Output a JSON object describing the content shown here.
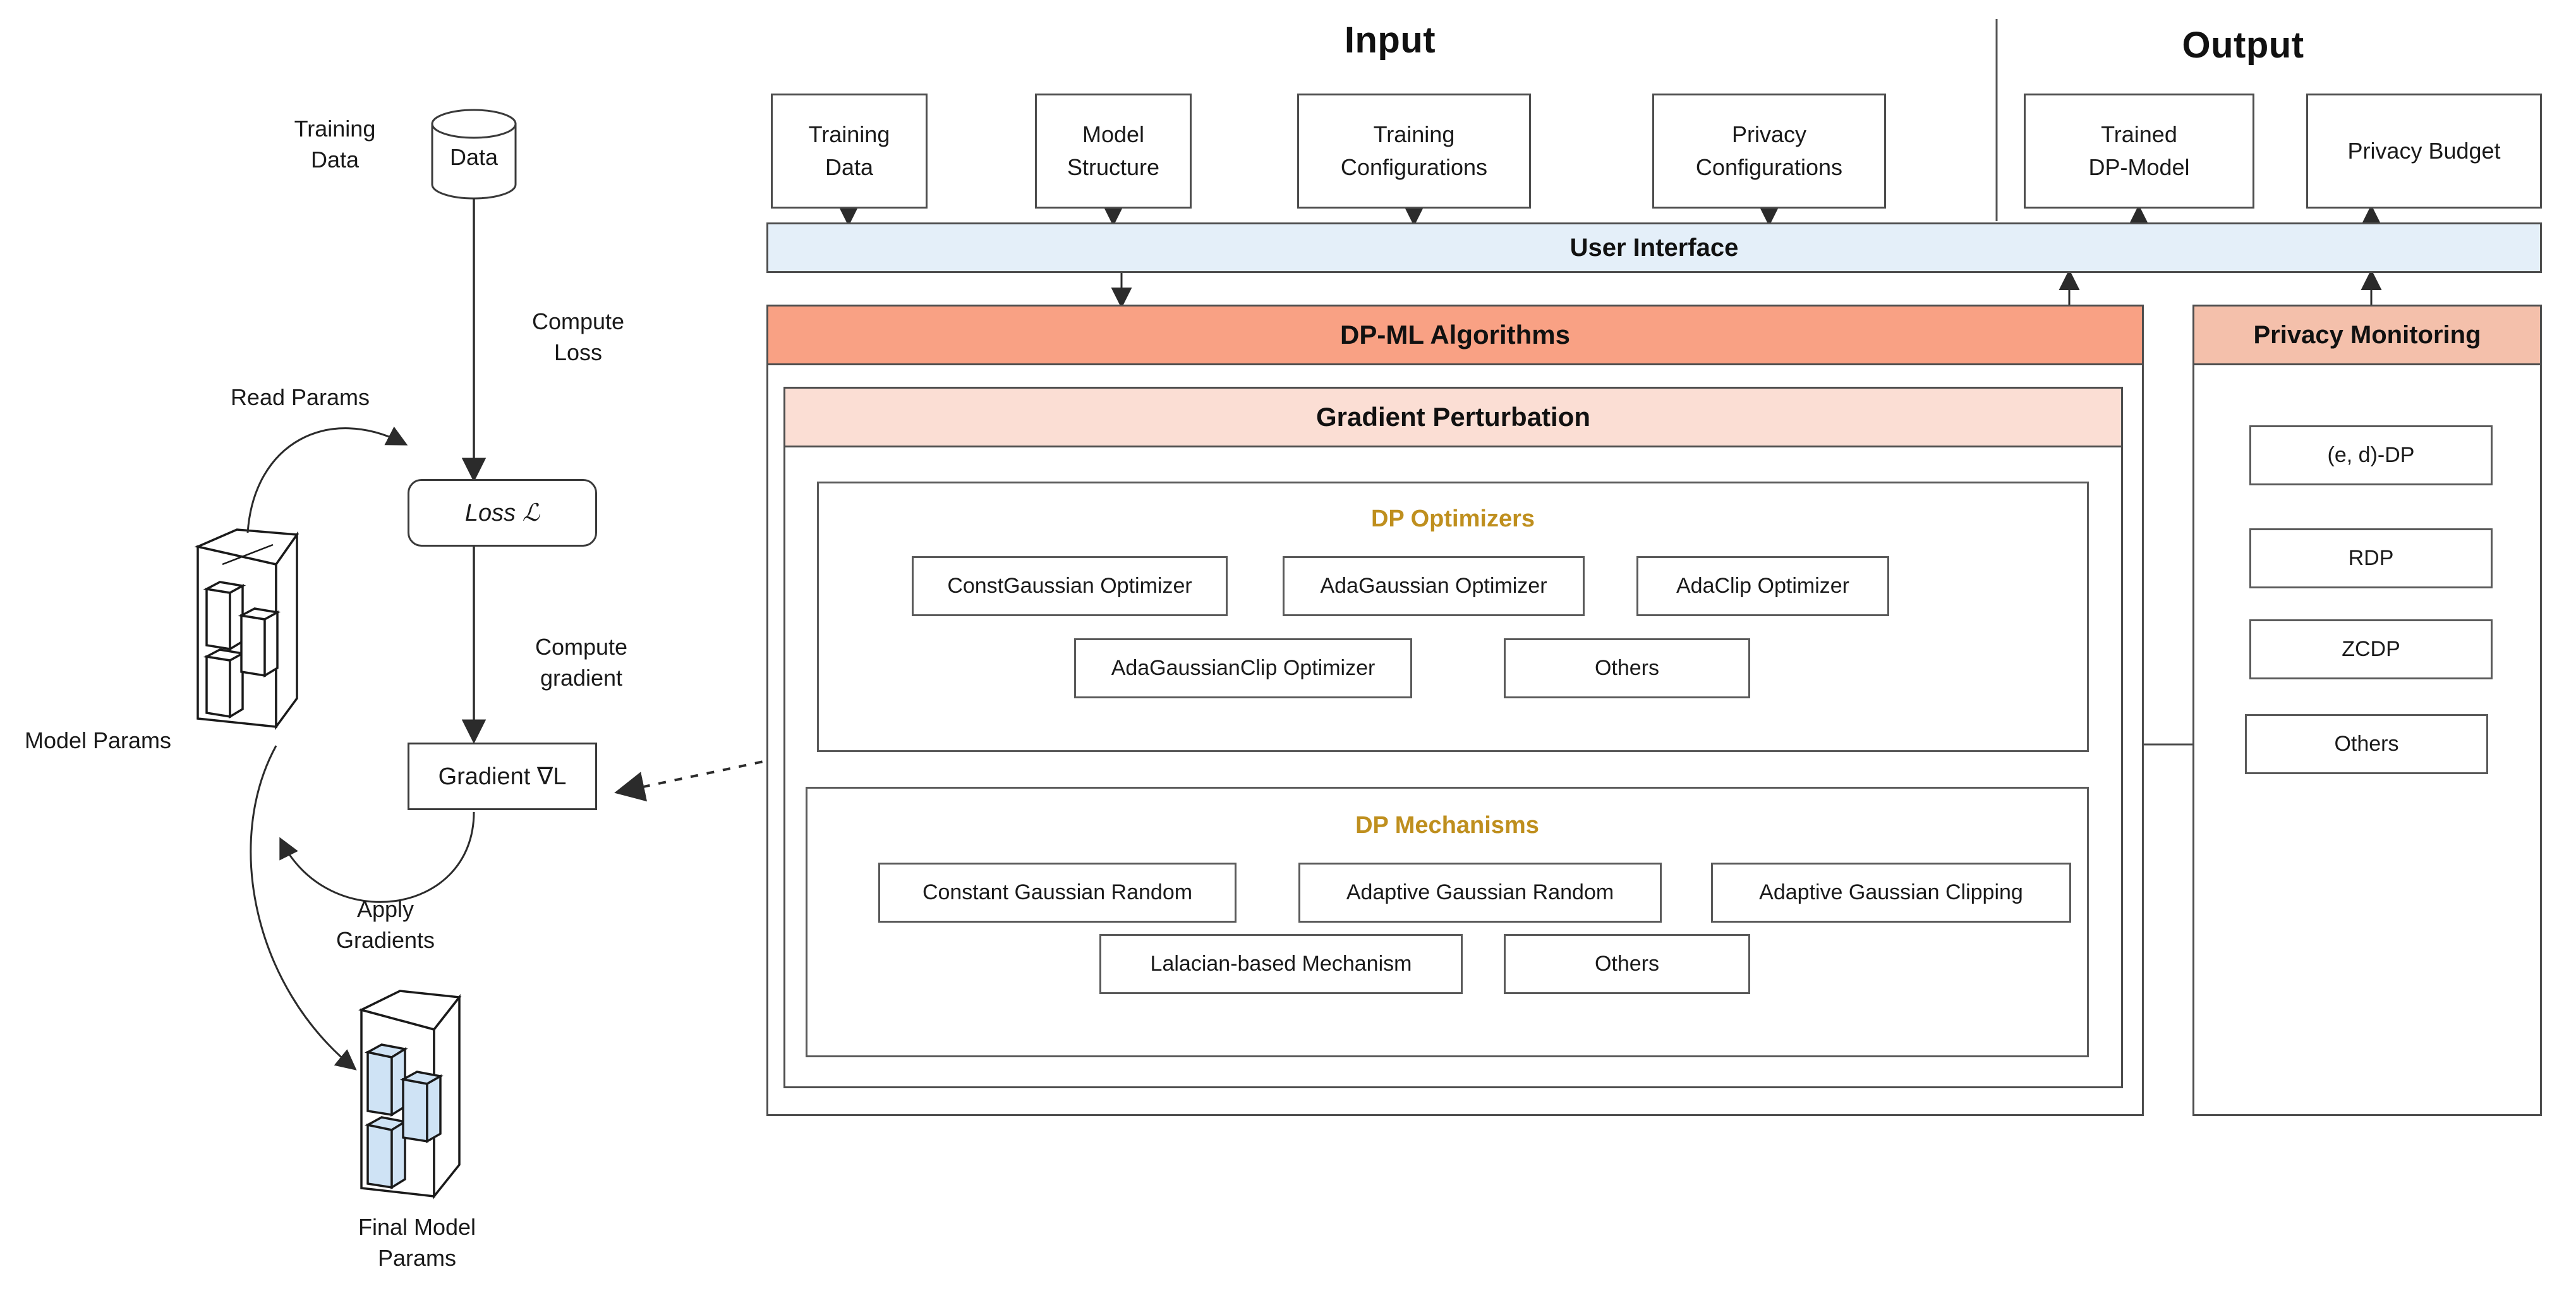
{
  "sections": {
    "input_title": "Input",
    "output_title": "Output"
  },
  "input_boxes": [
    {
      "line1": "Training",
      "line2": "Data"
    },
    {
      "line1": "Model",
      "line2": "Structure"
    },
    {
      "line1": "Training",
      "line2": "Configurations"
    },
    {
      "line1": "Privacy",
      "line2": "Configurations"
    }
  ],
  "output_boxes": [
    {
      "line1": "Trained",
      "line2": "DP-Model"
    },
    {
      "line1": "Privacy Budget",
      "line2": ""
    }
  ],
  "user_interface": {
    "label": "User Interface"
  },
  "dpml": {
    "title": "DP-ML Algorithms",
    "gradient_perturbation": {
      "title": "Gradient Perturbation"
    },
    "optimizers": {
      "title": "DP Optimizers",
      "row1": [
        "ConstGaussian Optimizer",
        "AdaGaussian Optimizer",
        "AdaClip Optimizer"
      ],
      "row2": [
        "AdaGaussianClip Optimizer",
        "Others"
      ]
    },
    "mechanisms": {
      "title": "DP Mechanisms",
      "row1": [
        "Constant Gaussian Random",
        "Adaptive Gaussian Random",
        "Adaptive Gaussian Clipping"
      ],
      "row2": [
        "Lalacian-based Mechanism",
        "Others"
      ]
    }
  },
  "privacy_monitoring": {
    "title": "Privacy Monitoring",
    "items": [
      "(e, d)-DP",
      "RDP",
      "ZCDP",
      "Others"
    ]
  },
  "training_loop": {
    "training_data_label_l1": "Training",
    "training_data_label_l2": "Data",
    "data_cylinder": "Data",
    "compute_loss_l1": "Compute",
    "compute_loss_l2": "Loss",
    "read_params": "Read Params",
    "loss_box": "Loss ℒ",
    "compute_gradient_l1": "Compute",
    "compute_gradient_l2": "gradient",
    "gradient_box": "Gradient ∇L",
    "model_params": "Model Params",
    "apply_gradients_l1": "Apply",
    "apply_gradients_l2": "Gradients",
    "final_model_params_l1": "Final Model",
    "final_model_params_l2": "Params"
  },
  "colors": {
    "ui_bar": "#e4eff9",
    "dpml_banner": "#f9a184",
    "gradient_banner": "#fbded4",
    "privacy_monitor_banner": "#f4c0ab",
    "group_title": "#bf8f1e",
    "stroke": "#4d4d4d",
    "final_param_block": "#cfe3f5"
  }
}
